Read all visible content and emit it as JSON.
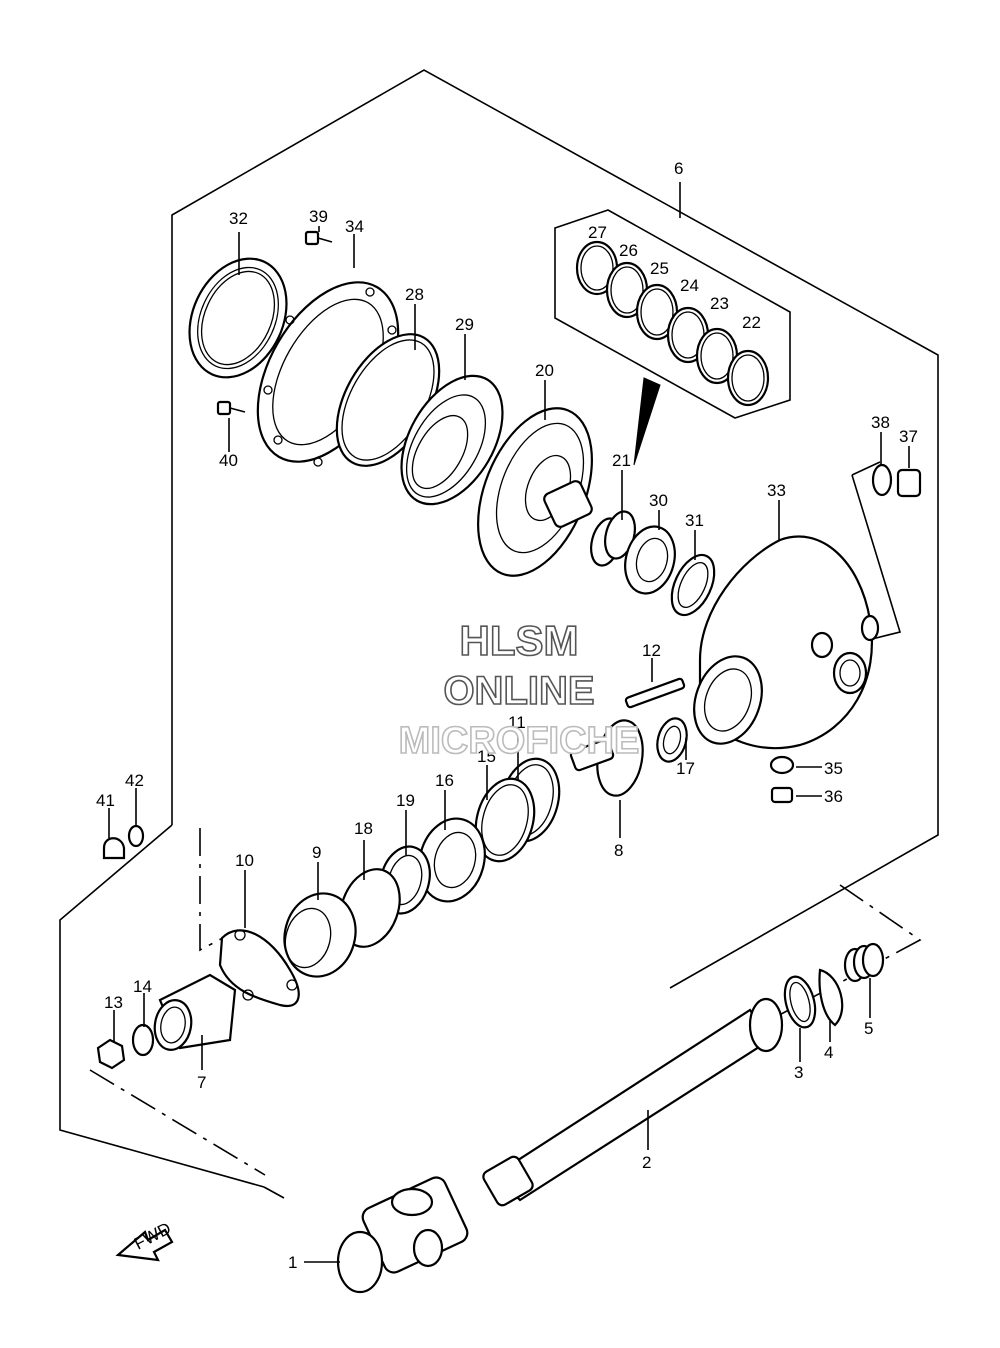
{
  "diagram": {
    "callouts": [
      "1",
      "2",
      "3",
      "4",
      "5",
      "6",
      "7",
      "8",
      "9",
      "10",
      "11",
      "12",
      "13",
      "14",
      "15",
      "16",
      "17",
      "18",
      "19",
      "20",
      "21",
      "22",
      "23",
      "24",
      "25",
      "26",
      "27",
      "28",
      "29",
      "30",
      "31",
      "32",
      "33",
      "34",
      "35",
      "36",
      "37",
      "38",
      "39",
      "40",
      "41",
      "42"
    ],
    "fwd_label": "FWD"
  },
  "watermark": {
    "line1": "HLSM",
    "line2": "ONLINE",
    "line3": "MICROFICHE"
  }
}
